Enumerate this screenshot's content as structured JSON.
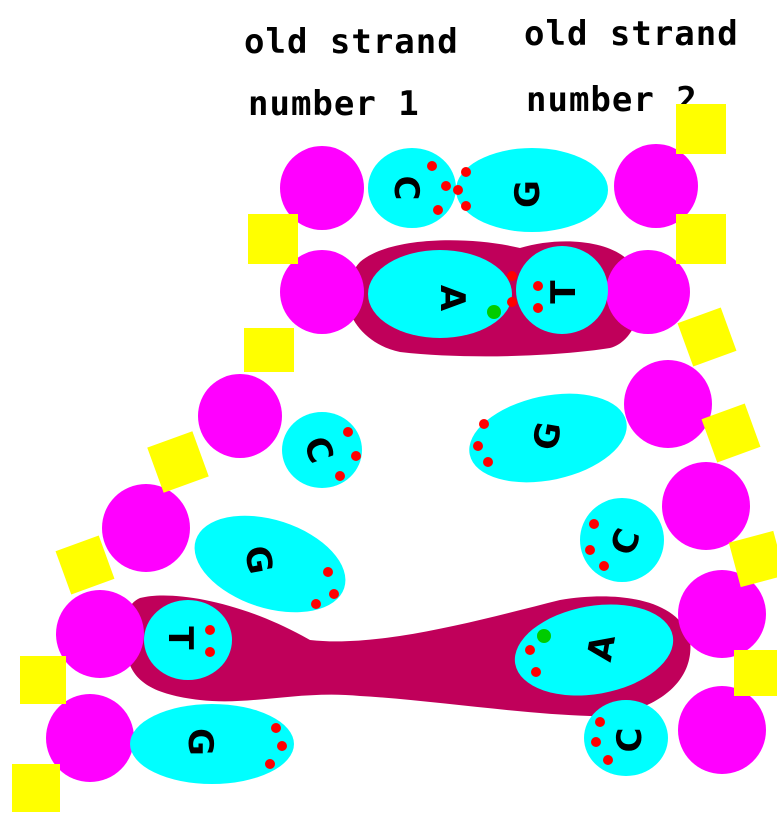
{
  "labels": {
    "strand1_line1": "old strand",
    "strand1_line2": "number 1",
    "strand2_line1": "old strand",
    "strand2_line2": "number 2"
  },
  "colors": {
    "phosphate": "#ffff00",
    "sugar": "#ff00ff",
    "base": "#00ffff",
    "bond_dot": "#ff0000",
    "hydrogen_dot": "#00cc00",
    "pair_shell": "#c0005a",
    "outline": "#000000"
  },
  "bases": {
    "pair1_left": "C",
    "pair1_right": "G",
    "pair2_left": "A",
    "pair2_right": "T",
    "strand1_b3": "C",
    "strand1_b4": "G",
    "strand1_b5": "T",
    "strand1_b6": "G",
    "strand2_b3": "G",
    "strand2_b4": "C",
    "strand2_b5": "A",
    "strand2_b6": "C"
  }
}
